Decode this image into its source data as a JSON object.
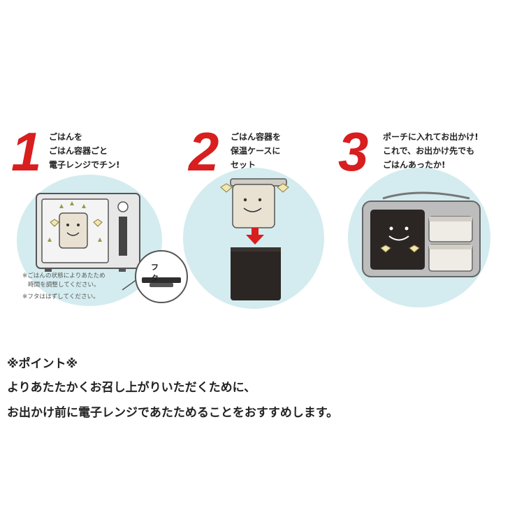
{
  "steps": [
    {
      "number": "1",
      "caption": [
        "ごはんを",
        "ごはん容器ごと",
        "電子レンジでチン!"
      ]
    },
    {
      "number": "2",
      "caption": [
        "ごはん容器を",
        "保温ケースに",
        "セット"
      ]
    },
    {
      "number": "3",
      "caption": [
        "ポーチに入れてお出かけ!",
        "これで、お出かけ先でも",
        "ごはんあったか!"
      ]
    }
  ],
  "microwave_notes": [
    "※ごはんの状態によりあたため",
    "時間を調整してください。",
    "※フタははずしてください。"
  ],
  "lid_label": "フタ",
  "point": {
    "heading": "※ポイント※",
    "lines": [
      "よりあたたかくお召し上がりいただくために、",
      "お出かけ前に電子レンジであたためることをおすすめします。"
    ]
  },
  "colors": {
    "accent": "#d81e1e",
    "circle": "#d4ecef",
    "container": "#2b2624"
  }
}
